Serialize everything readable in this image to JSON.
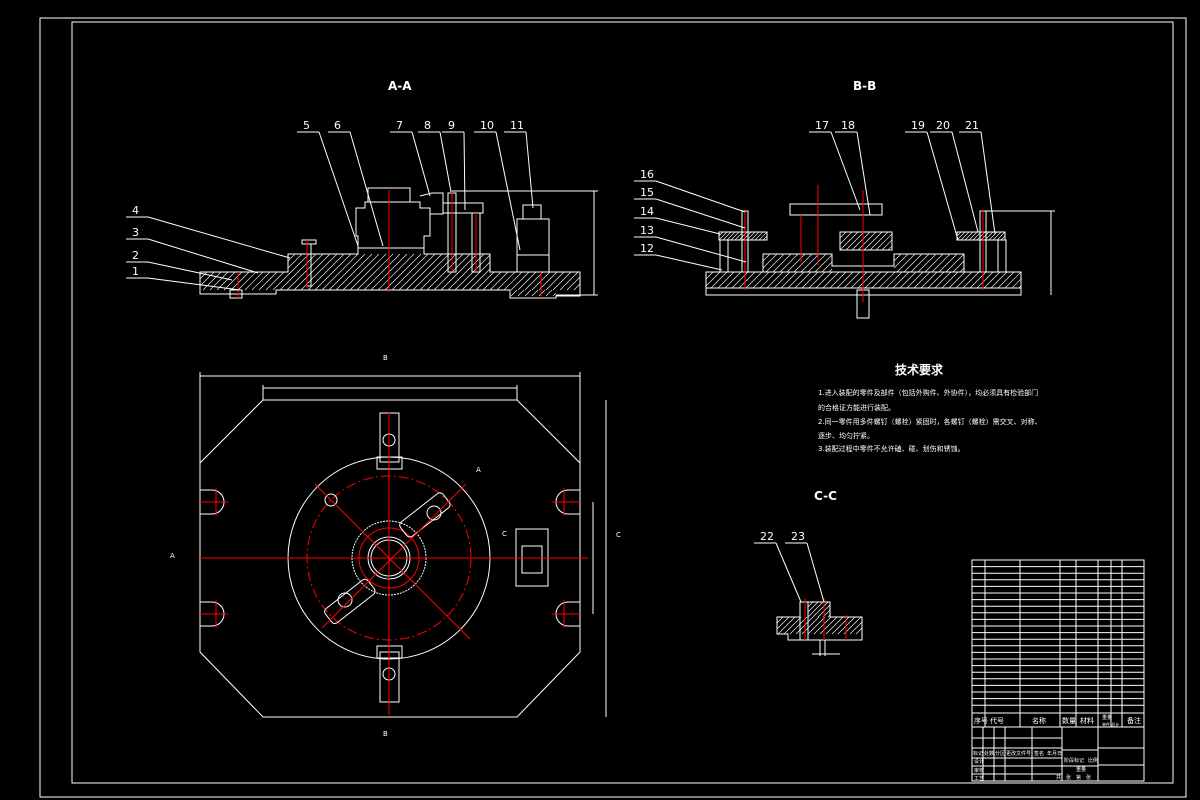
{
  "drawing": {
    "background": "#000000",
    "line_color": "#ffffff",
    "centerline_color": "#ff0000",
    "views": {
      "section_aa": {
        "title": "A-A",
        "balloons": [
          "1",
          "2",
          "3",
          "4",
          "5",
          "6",
          "7",
          "8",
          "9",
          "10",
          "11"
        ]
      },
      "section_bb": {
        "title": "B-B",
        "balloons": [
          "12",
          "13",
          "14",
          "15",
          "16",
          "17",
          "18",
          "19",
          "20",
          "21"
        ]
      },
      "section_cc": {
        "title": "C-C",
        "balloons": [
          "22",
          "23"
        ]
      },
      "plan_view": {
        "section_markers": [
          "A",
          "A",
          "B",
          "B",
          "C"
        ]
      }
    },
    "technical_requirements": {
      "title": "技术要求",
      "lines": [
        "1.进入装配的零件及部件（包括外购件、外协件），均必须具有检验部门",
        "的合格证方能进行装配。",
        "2.同一零件用多件螺钉（螺栓）紧固时，各螺钉（螺栓）需交叉、对称、",
        "逐步、均匀拧紧。",
        "3.装配过程中零件不允许磕、碰、划伤和锈蚀。"
      ]
    },
    "title_block": {
      "parts_list_rows": 23,
      "header": [
        "序号",
        "代号",
        "名称",
        "数量",
        "材料",
        "单件 总计",
        "备注"
      ],
      "header_weight": "重量",
      "signature_rows": [
        "标记",
        "处数",
        "分区",
        "更改文件号",
        "签名",
        "年月日"
      ],
      "left_labels": [
        "设计",
        "审核",
        "工艺"
      ],
      "stage_labels": [
        "阶段标记",
        "重量",
        "比例"
      ],
      "sheet_labels": [
        "共",
        "张",
        "第",
        "张"
      ]
    }
  }
}
